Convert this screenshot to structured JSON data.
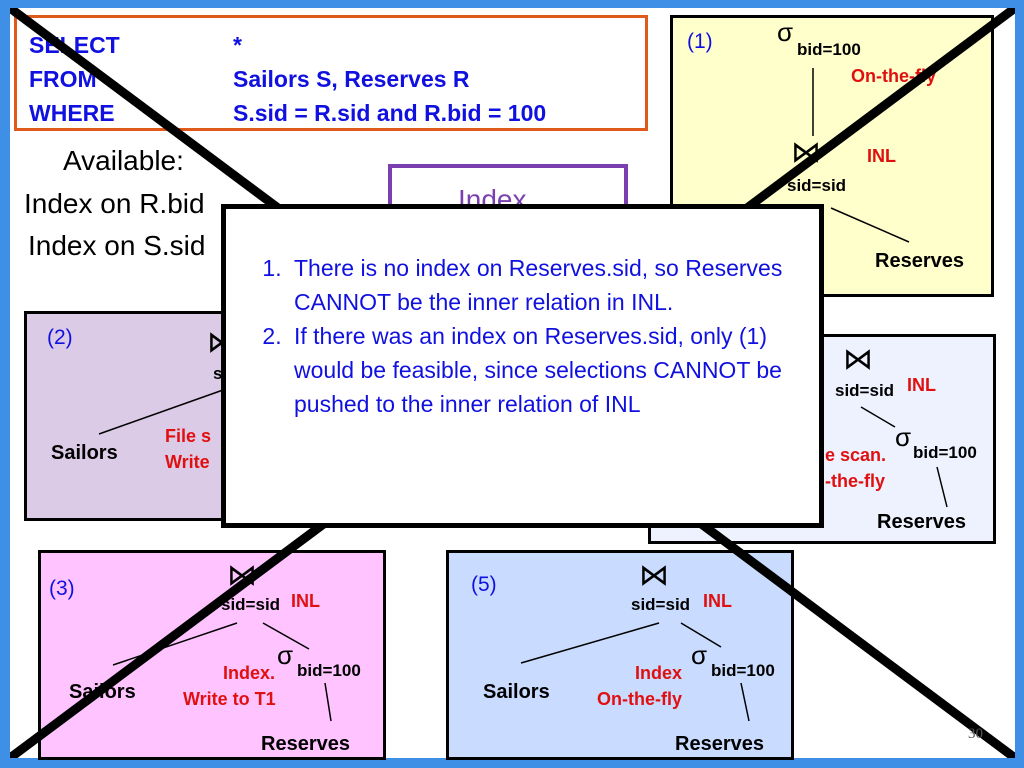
{
  "sql": {
    "select_kw": "SELECT",
    "select_val": "*",
    "from_kw": "FROM",
    "from_val": "Sailors S, Reserves R",
    "where_kw": "WHERE",
    "where_val": "S.sid =  R.sid and R.bid = 100"
  },
  "available": {
    "title": "Available:",
    "lines": [
      "Index on R.bid",
      "Index on S.sid"
    ]
  },
  "index_box_label": "Index",
  "symbols": {
    "join": "⋈",
    "select": "σ"
  },
  "plan1": {
    "label": "(1)",
    "sel_cond": "bid=100",
    "sel_method": "On-the-fly",
    "join_method": "INL",
    "join_cond": "sid=sid",
    "right_leaf": "Reserves"
  },
  "plan2": {
    "label": "(2)",
    "join_cond": "sid",
    "left_leaf": "Sailors",
    "sel_method_1": "File s",
    "sel_method_2": "Write"
  },
  "plan4": {
    "join_cond": "sid=sid",
    "join_method": "INL",
    "sel_method_1": "e scan.",
    "sel_method_2": "-the-fly",
    "sel_cond": "bid=100",
    "right_leaf": "Reserves"
  },
  "plan3": {
    "label": "(3)",
    "join_cond": "sid=sid",
    "join_method": "INL",
    "sel_method_1": "Index.",
    "sel_method_2": "Write to T1",
    "sel_cond": "bid=100",
    "left_leaf": "Sailors",
    "right_leaf": "Reserves"
  },
  "plan5": {
    "label": "(5)",
    "join_cond": "sid=sid",
    "join_method": "INL",
    "sel_method_1": "Index",
    "sel_method_2": "On-the-fly",
    "sel_cond": "bid=100",
    "left_leaf": "Sailors",
    "right_leaf": "Reserves"
  },
  "note": {
    "items": [
      "There is no index on Reserves.sid, so Reserves CANNOT be the inner relation in INL.",
      "If there was an index on Reserves.sid, only (1) would be feasible, since selections CANNOT be pushed to the inner relation of INL"
    ]
  },
  "page_number": "30",
  "colors": {
    "frame": "#3f8fe6",
    "sql_border": "#e05a1c",
    "index_border": "#7b3fb0",
    "plan1_bg": "#ffffcc",
    "plan2_bg": "#dccbe6",
    "plan4_bg": "#eef2ff",
    "plan3_bg": "#ffc4ff",
    "plan5_bg": "#c9dcff",
    "blue_text": "#1010e0",
    "red_text": "#e01010"
  }
}
